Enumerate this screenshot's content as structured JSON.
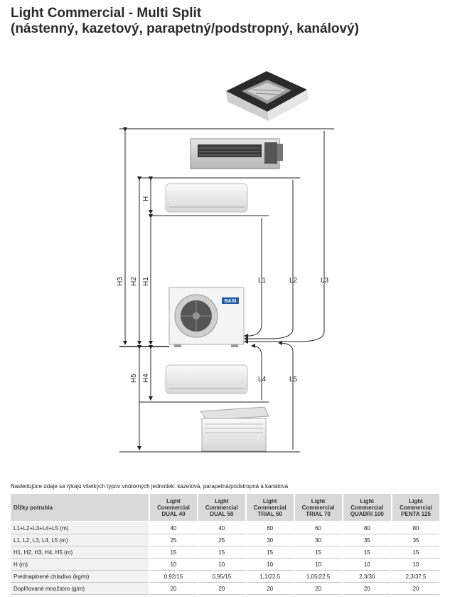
{
  "title": {
    "line1": "Light Commercial - Multi Split",
    "line2": "(nástenný, kazetový, parapetný/podstropný, kanálový)"
  },
  "diagram": {
    "labels": {
      "h": "H",
      "h1": "H1",
      "h2": "H2",
      "h3": "H3",
      "h4": "H4",
      "h5": "H5",
      "l1": "L1",
      "l2": "L2",
      "l3": "L3",
      "l4": "L4",
      "l5": "L5",
      "brand": "BAXI"
    }
  },
  "note": "Nasledujúce údaje sa týkajú všetkých typov vnútorných jednotiek: kazetová, parapetná/podstropná a kanálová",
  "table": {
    "header_first": "Dĺžky potrubia",
    "columns": [
      {
        "l1": "Light",
        "l2": "Commercial",
        "l3": "DUAL 40"
      },
      {
        "l1": "Light",
        "l2": "Commercial",
        "l3": "DUAL 50"
      },
      {
        "l1": "Light",
        "l2": "Commercial",
        "l3": "TRIAL 60"
      },
      {
        "l1": "Light",
        "l2": "Commercial",
        "l3": "TRIAL 70"
      },
      {
        "l1": "Light",
        "l2": "Commercial",
        "l3": "QUADRI 100"
      },
      {
        "l1": "Light",
        "l2": "Commercial",
        "l3": "PENTA 125"
      }
    ],
    "rows": [
      {
        "label": "L1+L2+L3+L4+L5 (m)",
        "values": [
          "40",
          "40",
          "60",
          "60",
          "80",
          "80"
        ]
      },
      {
        "label": "L1, L2, L3, L4, L5 (m)",
        "values": [
          "25",
          "25",
          "30",
          "30",
          "35",
          "35"
        ]
      },
      {
        "label": "H1, H2, H3, H4, H5 (m)",
        "values": [
          "15",
          "15",
          "15",
          "15",
          "15",
          "15"
        ]
      },
      {
        "label": "H (m)",
        "values": [
          "10",
          "10",
          "10",
          "10",
          "10",
          "10"
        ]
      },
      {
        "label": "Prednaplnené chladivo (kg/m)",
        "values": [
          "0,92/15",
          "0,95/15",
          "1,1/22,5",
          "1,05/22,5",
          "2,3/30",
          "2,3/37,5"
        ]
      },
      {
        "label": "Doplňované množstvo (g/m)",
        "values": [
          "20",
          "20",
          "20",
          "20",
          "20",
          "20"
        ]
      }
    ]
  }
}
